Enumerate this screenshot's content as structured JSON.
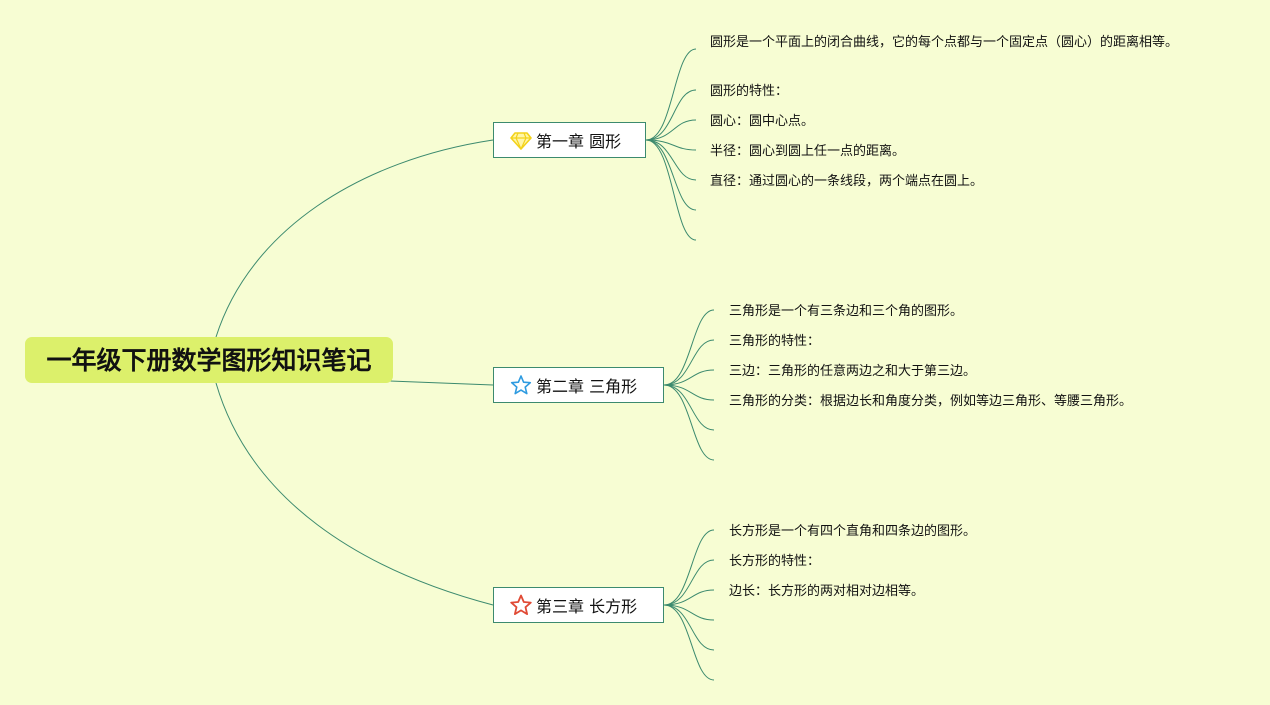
{
  "root": {
    "title": "一年级下册数学图形知识笔记"
  },
  "chapters": [
    {
      "title": "第一章 圆形",
      "icon": "diamond-icon",
      "icon_color": "#f3d21a",
      "items": [
        "圆形是一个平面上的闭合曲线，它的每个点都与一个固定点（圆心）的距离相等。",
        "圆形的特性：",
        "圆心：圆中心点。",
        "半径：圆心到圆上任一点的距离。",
        "直径：通过圆心的一条线段，两个端点在圆上。",
        "",
        ""
      ]
    },
    {
      "title": "第二章 三角形",
      "icon": "star-outline-icon",
      "icon_color": "#2f9be0",
      "items": [
        "三角形是一个有三条边和三个角的图形。",
        "三角形的特性：",
        "三边：三角形的任意两边之和大于第三边。",
        "三角形的分类：根据边长和角度分类，例如等边三角形、等腰三角形。",
        "",
        ""
      ]
    },
    {
      "title": "第三章 长方形",
      "icon": "star-outline-icon",
      "icon_color": "#e04a35",
      "items": [
        "长方形是一个有四个直角和四条边的图形。",
        "长方形的特性：",
        "边长：长方形的两对相对边相等。",
        "",
        "",
        ""
      ]
    }
  ],
  "colors": {
    "background": "#f7fdd3",
    "root_fill": "#dcf06b",
    "line": "#3c8a6e"
  }
}
